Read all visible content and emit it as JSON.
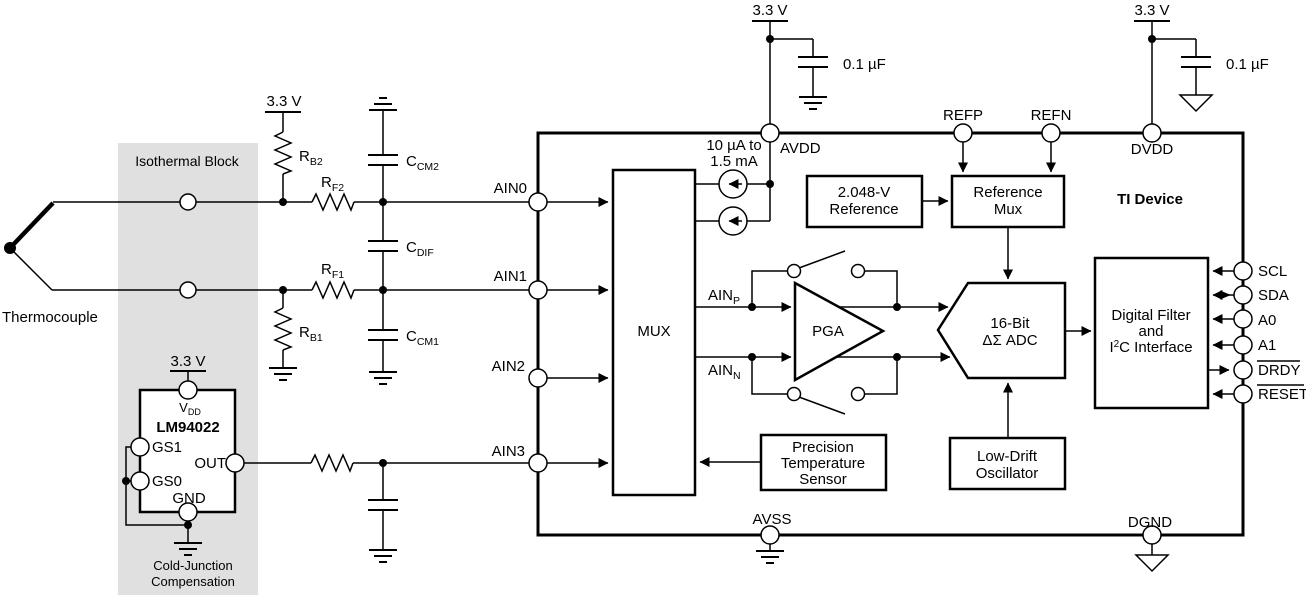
{
  "colors": {
    "wire": "#000000",
    "isothermal_fill": "#e0e0e0",
    "background": "#ffffff"
  },
  "labels": {
    "supply_3v3": "3.3 V",
    "cap_bypass": "0.1 µF",
    "thermocouple": "Thermocouple",
    "isothermal_block": "Isothermal Block",
    "cold_junction_1": "Cold-Junction",
    "cold_junction_2": "Compensation",
    "rb2": {
      "name": "R",
      "sub": "B2"
    },
    "rf2": {
      "name": "R",
      "sub": "F2"
    },
    "rb1": {
      "name": "R",
      "sub": "B1"
    },
    "rf1": {
      "name": "R",
      "sub": "F1"
    },
    "ccm2": {
      "name": "C",
      "sub": "CM2"
    },
    "cdif": {
      "name": "C",
      "sub": "DIF"
    },
    "ccm1": {
      "name": "C",
      "sub": "CM1"
    }
  },
  "lm94022": {
    "part": "LM94022",
    "pin_vdd": {
      "name": "V",
      "sub": "DD"
    },
    "pin_gs1": "GS1",
    "pin_gs0": "GS0",
    "pin_out": "OUT",
    "pin_gnd": "GND"
  },
  "device": {
    "title": "TI Device",
    "current_source_1": "10 µA to",
    "current_source_2": "1.5 mA",
    "pins": {
      "ain0": "AIN0",
      "ain1": "AIN1",
      "ain2": "AIN2",
      "ain3": "AIN3",
      "avdd": "AVDD",
      "dvdd": "DVDD",
      "refp": "REFP",
      "refn": "REFN",
      "scl": "SCL",
      "sda": "SDA",
      "a0": "A0",
      "a1": "A1",
      "drdy": "DRDY",
      "reset": "RESET",
      "avss": "AVSS",
      "dgnd": "DGND"
    },
    "signals": {
      "ainp": {
        "name": "AIN",
        "sub": "P"
      },
      "ainn": {
        "name": "AIN",
        "sub": "N"
      }
    },
    "blocks": {
      "mux": "MUX",
      "pga": "PGA",
      "adc_1": "16-Bit",
      "adc_2": "ΔΣ ADC",
      "vref_1": "2.048-V",
      "vref_2": "Reference",
      "refmux_1": "Reference",
      "refmux_2": "Mux",
      "temp_1": "Precision",
      "temp_2": "Temperature",
      "temp_3": "Sensor",
      "osc_1": "Low-Drift",
      "osc_2": "Oscillator",
      "filter_1": "Digital Filter",
      "filter_2": "and",
      "filter_3a": "I",
      "filter_3b": "2",
      "filter_3c": "C Interface"
    }
  }
}
